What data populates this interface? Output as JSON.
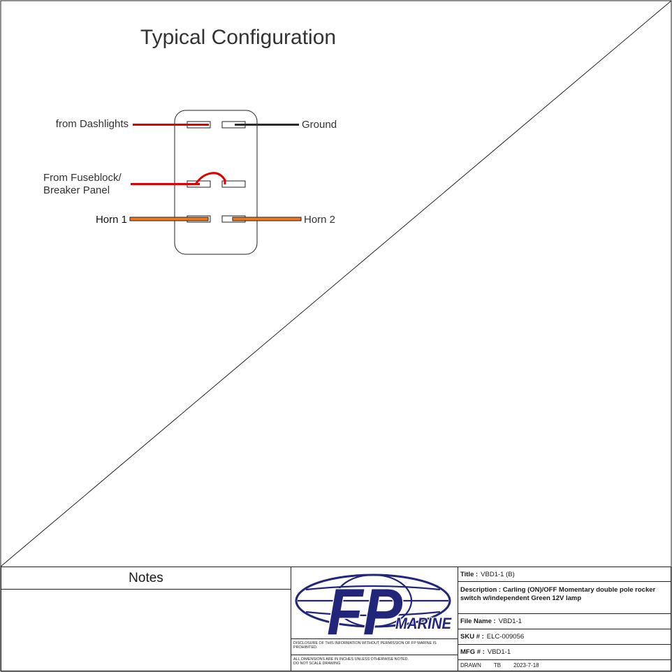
{
  "diagram": {
    "title": "Typical Configuration",
    "labels": {
      "from_dashlights": "from Dashlights",
      "ground": "Ground",
      "fuseblock_line1": "From Fuseblock/",
      "fuseblock_line2": "Breaker Panel",
      "horn1": "Horn 1",
      "horn2": "Horn 2"
    },
    "colors": {
      "red_wire": "#e00000",
      "black_wire": "#2b2b2b",
      "orange_wire": "#f07820",
      "outline": "#222222"
    }
  },
  "title_block": {
    "notes_heading": "Notes",
    "logo": {
      "name": "FP MARINE logo",
      "text_fp": "FP",
      "text_marine": "MARINE",
      "color": "#22267a"
    },
    "disclosure": "DISCLOSURE OF THIS INFORMATION WITHOUT PERMISSION OF FP MARINE IS PROHIBITED.",
    "dimensions_note_1": "ALL DIMENSIONS ARE IN INCHES UNLESS OTHERWISE NOTED.",
    "dimensions_note_2": "DO NOT SCALE DRAWING",
    "title_label": "Title :",
    "title_value": "VBD1-1 (B)",
    "description_label": "Description :",
    "description_value": "Carling (ON)/OFF Momentary double pole rocker switch w/independent Green 12V lamp",
    "file_label": "File Name :",
    "file_value": "VBD1-1",
    "sku_label": "SKU # :",
    "sku_value": "ELC-009056",
    "mfg_label": "MFG # :",
    "mfg_value": "VBD1-1",
    "drawn_label": "DRAWN",
    "drawn_by": "TB",
    "drawn_date": "2023-7-18"
  }
}
